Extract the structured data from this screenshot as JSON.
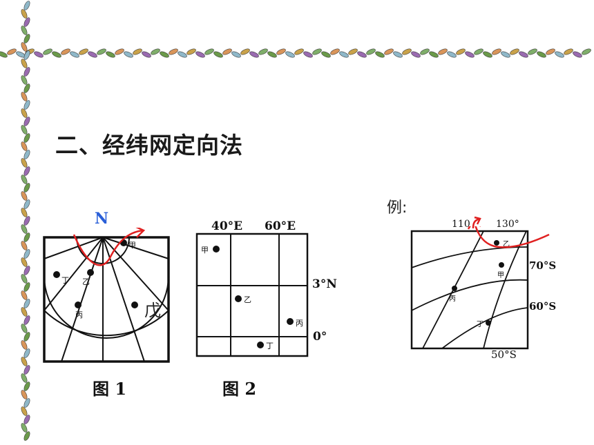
{
  "slide": {
    "title": "二、经纬网定向法"
  },
  "figure1": {
    "north_label": "N",
    "caption": "图 1",
    "points": [
      "甲",
      "乙",
      "丙",
      "丁",
      "戊"
    ]
  },
  "figure2": {
    "caption": "图 2",
    "top_labels": [
      "40°E",
      "60°E"
    ],
    "right_labels": [
      "3°N",
      "0°"
    ],
    "points": [
      "甲",
      "乙",
      "丙",
      "丁"
    ]
  },
  "example": {
    "label": "例:",
    "top_labels": [
      "110",
      "130°"
    ],
    "right_labels": [
      "70°S",
      "60°S"
    ],
    "bottom_label": "50°S",
    "points": [
      "乙",
      "甲",
      "丙",
      "丁"
    ]
  },
  "colors": {
    "annotation": "#e02020",
    "north": "#2a5fd8",
    "border_vine": "#6b9a4a"
  }
}
